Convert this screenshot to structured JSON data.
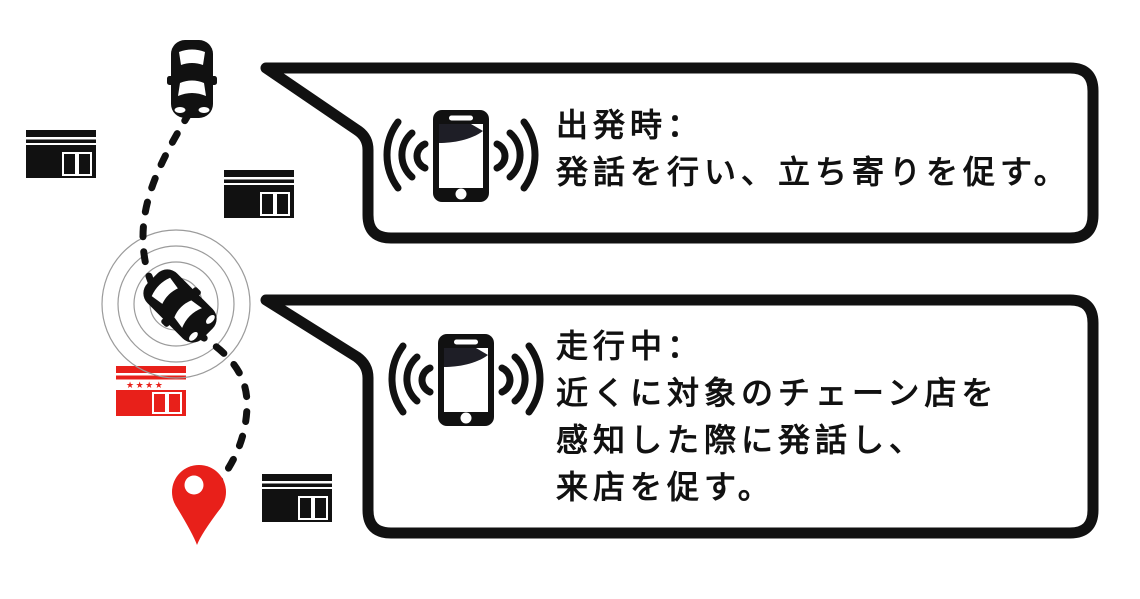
{
  "title": "car-voice-notification-flow-diagram",
  "colors": {
    "ink_black": "#111111",
    "accent_red": "#e8201a",
    "signal_ring_gray": "#9b9b9b",
    "phone_screen_wedge": "#1e1e26",
    "background": "#ffffff"
  },
  "icons": {
    "car_start": "car-top-view-icon",
    "car_driving": "driving-car-with-signal-icon",
    "signal": "gps-signal-rings",
    "route": "dashed-route-path",
    "store": "convenience-store-icon",
    "destination_store": "highlighted-chain-store-icon",
    "destination_store_stars": "★★★★",
    "pin": "map-pin-icon",
    "phone_alert": "smartphone-with-sound-waves-icon"
  },
  "bubbles": [
    {
      "id": "departure",
      "lines": [
        "出発時：",
        "発話を行い、立ち寄りを促す。"
      ]
    },
    {
      "id": "driving",
      "lines": [
        "走行中：",
        "近くに対象のチェーン店を",
        "感知した際に発話し、",
        "来店を促す。"
      ]
    }
  ]
}
